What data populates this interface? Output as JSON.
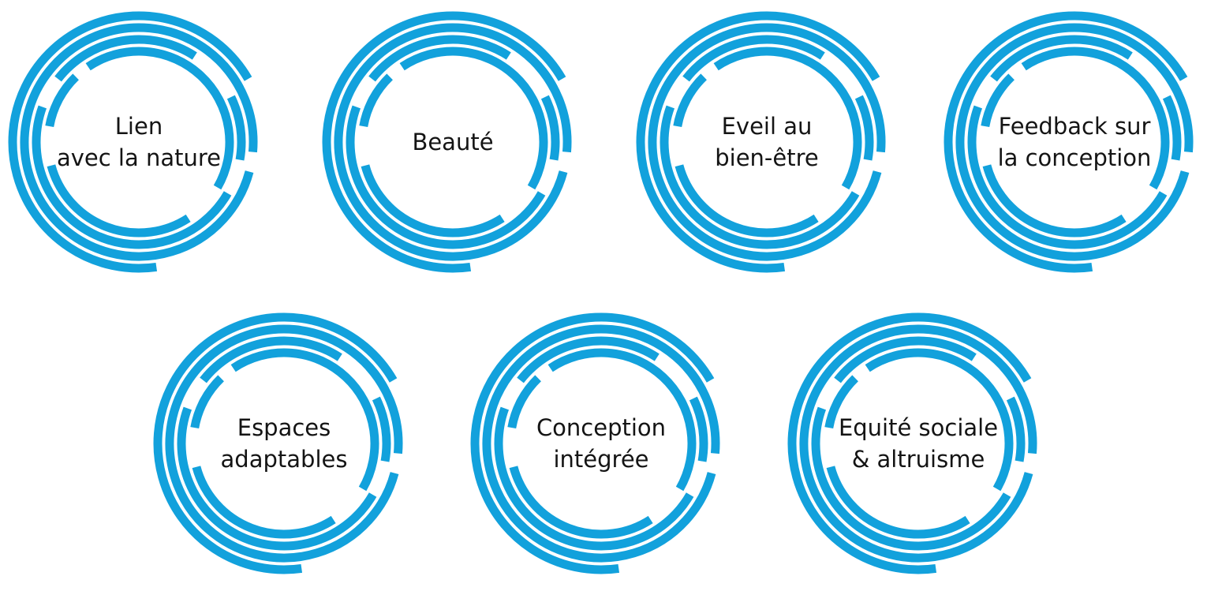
{
  "colors": {
    "ring": "#12a1dc",
    "background": "#ffffff",
    "text": "#141414"
  },
  "badges": [
    {
      "line1": "Lien",
      "line2": "avec la nature",
      "icon": "broken-rings-icon"
    },
    {
      "line1": "Beauté",
      "line2": "",
      "icon": "broken-rings-icon"
    },
    {
      "line1": "Eveil au",
      "line2": "bien-être",
      "icon": "broken-rings-icon"
    },
    {
      "line1": "Feedback sur",
      "line2": "la conception",
      "icon": "broken-rings-icon"
    },
    {
      "line1": "Espaces",
      "line2": "adaptables",
      "icon": "broken-rings-icon"
    },
    {
      "line1": "Conception",
      "line2": "intégrée",
      "icon": "broken-rings-icon"
    },
    {
      "line1": "Equité sociale",
      "line2": "& altruisme",
      "icon": "broken-rings-icon"
    }
  ]
}
